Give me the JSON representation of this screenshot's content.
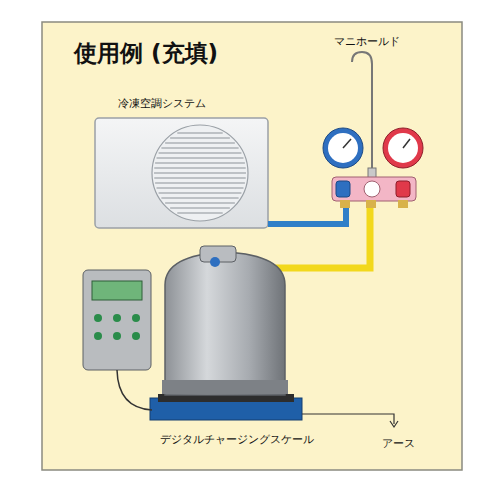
{
  "diagram": {
    "title": "使用例 (充填)",
    "labels": [
      "マニホールド",
      "冷凍空調システム",
      "デジタルチャージングスケール",
      "アース"
    ]
  }
}
